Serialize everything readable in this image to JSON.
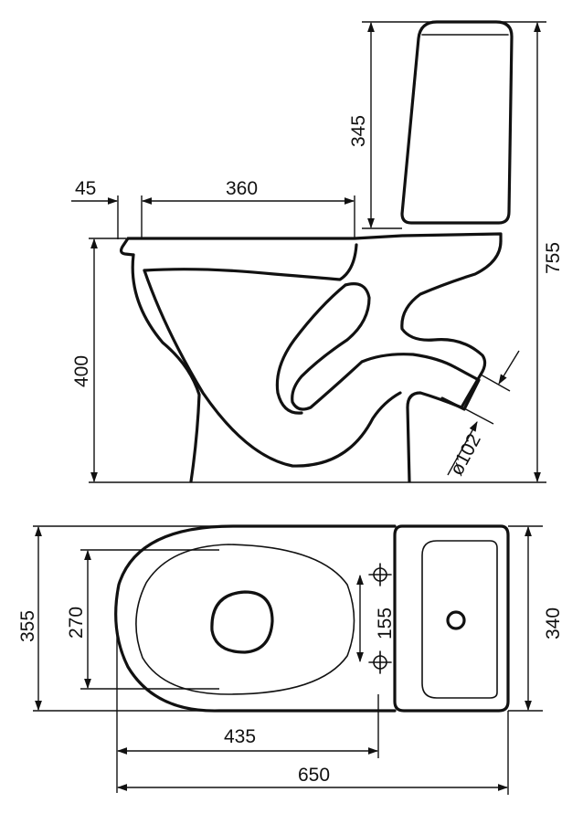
{
  "side_view": {
    "dimensions": {
      "rim_offset": "45",
      "bowl_opening": "360",
      "tank_height": "345",
      "total_height": "755",
      "seat_height": "400",
      "outlet_diameter": "ø102"
    }
  },
  "top_view": {
    "dimensions": {
      "total_width": "355",
      "bowl_width": "270",
      "mounting_holes_spacing": "155",
      "tank_depth": "340",
      "bowl_length": "435",
      "total_length": "650"
    }
  }
}
